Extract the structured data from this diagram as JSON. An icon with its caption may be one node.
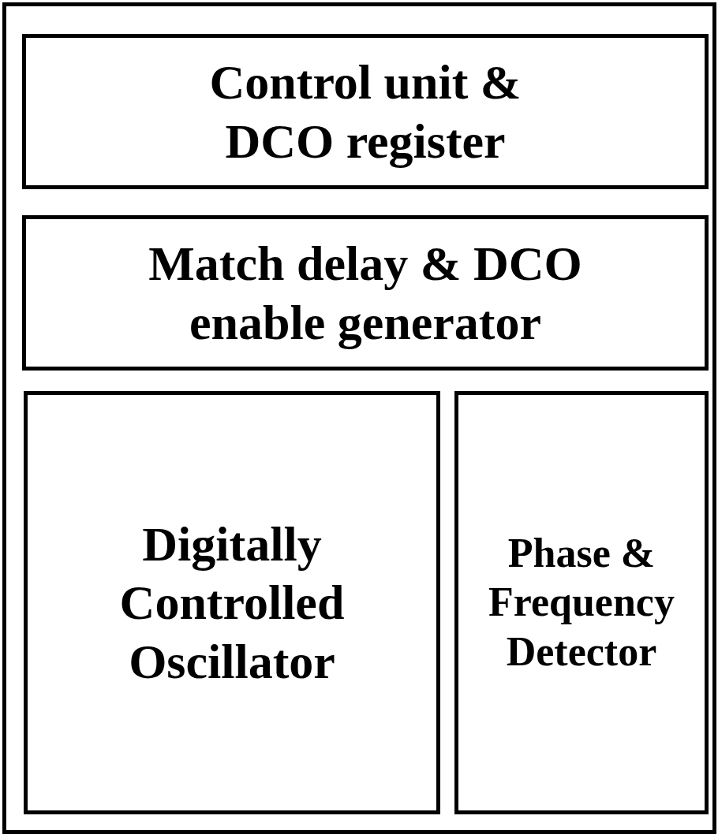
{
  "diagram": {
    "nodes": [
      {
        "text": [],
        "shape": "box"
      },
      {
        "text": [
          "Control unit & DCO register"
        ],
        "in": 0
      },
      {
        "text": [
          "Match delay & DCO enable generator"
        ],
        "in": 0
      },
      {
        "text": [
          "Digitally Controlled Oscillator"
        ],
        "in": 0
      },
      {
        "text": [
          "Phase & Frequency Detector"
        ],
        "in": 0
      }
    ]
  }
}
